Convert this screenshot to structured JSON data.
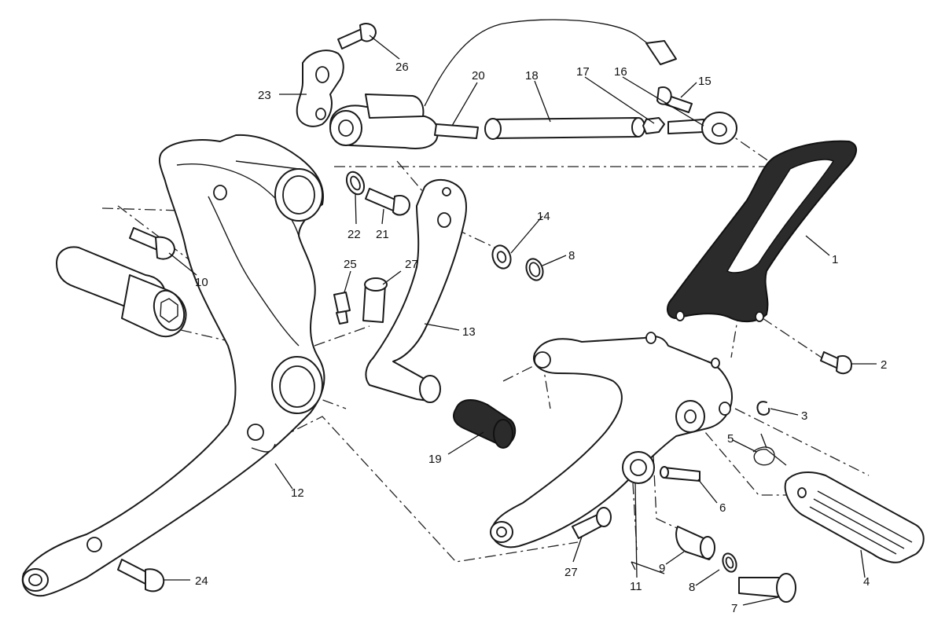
{
  "callouts": [
    {
      "id": "c1",
      "label": "1"
    },
    {
      "id": "c2",
      "label": "2"
    },
    {
      "id": "c3",
      "label": "3"
    },
    {
      "id": "c4",
      "label": "4"
    },
    {
      "id": "c5",
      "label": "5"
    },
    {
      "id": "c6",
      "label": "6"
    },
    {
      "id": "c7",
      "label": "7"
    },
    {
      "id": "c8a",
      "label": "8"
    },
    {
      "id": "c8b",
      "label": "8"
    },
    {
      "id": "c9",
      "label": "9"
    },
    {
      "id": "c10",
      "label": "10"
    },
    {
      "id": "c11",
      "label": "11"
    },
    {
      "id": "c12",
      "label": "12"
    },
    {
      "id": "c13",
      "label": "13"
    },
    {
      "id": "c14",
      "label": "14"
    },
    {
      "id": "c15",
      "label": "15"
    },
    {
      "id": "c16",
      "label": "16"
    },
    {
      "id": "c17",
      "label": "17"
    },
    {
      "id": "c18",
      "label": "18"
    },
    {
      "id": "c19",
      "label": "19"
    },
    {
      "id": "c20",
      "label": "20"
    },
    {
      "id": "c21",
      "label": "21"
    },
    {
      "id": "c22",
      "label": "22"
    },
    {
      "id": "c23",
      "label": "23"
    },
    {
      "id": "c24",
      "label": "24"
    },
    {
      "id": "c25",
      "label": "25"
    },
    {
      "id": "c26",
      "label": "26"
    },
    {
      "id": "c27a",
      "label": "27"
    },
    {
      "id": "c27b",
      "label": "27"
    }
  ]
}
